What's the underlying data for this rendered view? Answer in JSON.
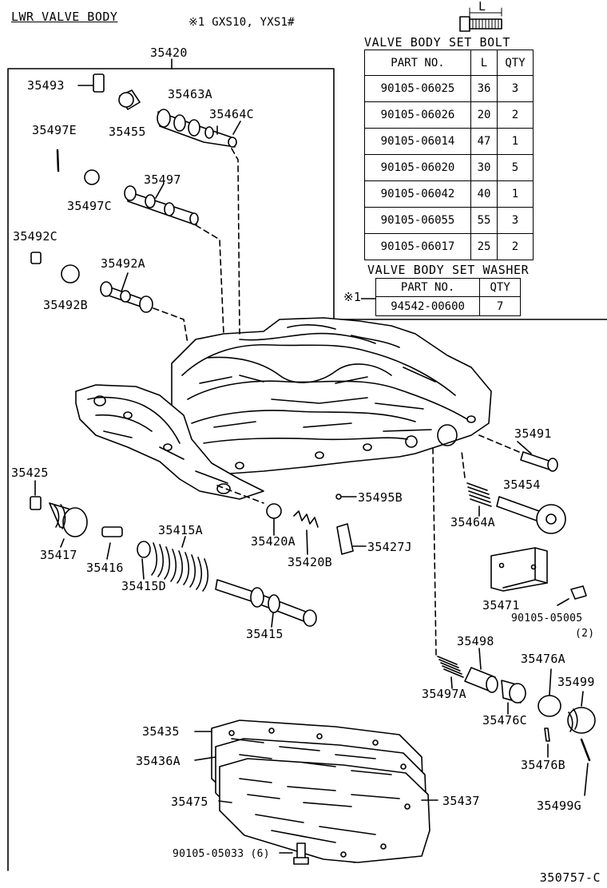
{
  "header": {
    "title": "LWR VALVE BODY",
    "note": "※1 GXS10, YXS1#",
    "assembly_number": "35420",
    "bolt_length_symbol": "L"
  },
  "bolt_table": {
    "title": "VALVE BODY SET BOLT",
    "columns": [
      "PART NO.",
      "L",
      "QTY"
    ],
    "rows": [
      [
        "90105-06025",
        "36",
        "3"
      ],
      [
        "90105-06026",
        "20",
        "2"
      ],
      [
        "90105-06014",
        "47",
        "1"
      ],
      [
        "90105-06020",
        "30",
        "5"
      ],
      [
        "90105-06042",
        "40",
        "1"
      ],
      [
        "90105-06055",
        "55",
        "3"
      ],
      [
        "90105-06017",
        "25",
        "2"
      ]
    ]
  },
  "washer_table": {
    "title": "VALVE BODY SET WASHER",
    "marker": "※1",
    "columns": [
      "PART NO.",
      "QTY"
    ],
    "rows": [
      [
        "94542-00600",
        "7"
      ]
    ]
  },
  "parts": [
    "35493",
    "35455",
    "35463A",
    "35464C",
    "35497E",
    "35497",
    "35497C",
    "35492C",
    "35492A",
    "35492B",
    "35491",
    "35454",
    "35464A",
    "35425",
    "35495B",
    "35417",
    "35416",
    "35415A",
    "35415D",
    "35420A",
    "35420B",
    "35427J",
    "35415",
    "35471",
    "90105-05005",
    "(2)",
    "35498",
    "35476A",
    "35499",
    "35497A",
    "35476C",
    "35435",
    "35436A",
    "35476B",
    "35475",
    "35437",
    "35499G",
    "90105-05033 (6)"
  ],
  "footer": {
    "reference": "350757-C"
  }
}
